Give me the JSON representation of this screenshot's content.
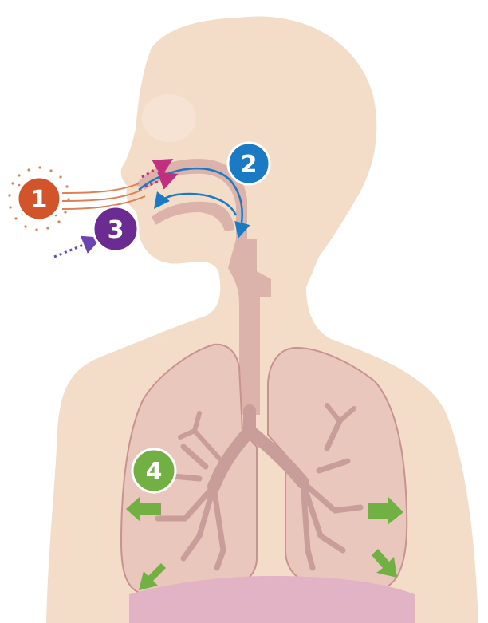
{
  "diagram": {
    "steps": [
      {
        "label": "1",
        "color": "#d2542b",
        "icon": "heated-air-source-icon"
      },
      {
        "label": "2",
        "color": "#1a7ac3",
        "icon": "nasal-airflow-icon"
      },
      {
        "label": "3",
        "color": "#6a2c91",
        "icon": "mouth-breath-icon"
      },
      {
        "label": "4",
        "color": "#72b043",
        "icon": "lung-exhalation-icon"
      }
    ],
    "colors": {
      "skin": "#f3dcc8",
      "airway": "#dcb3aa",
      "lung": "#e9c7bd",
      "lung_outline": "#c9918f",
      "bronchi": "#c99d99",
      "diaphragm": "#e2b3c4",
      "airflow_blue": "#1a7ac3",
      "airflow_magenta": "#c0307e",
      "airflow_purple": "#6d44b5",
      "exhale_green": "#72b043",
      "heat_line": "#e07f55"
    }
  }
}
